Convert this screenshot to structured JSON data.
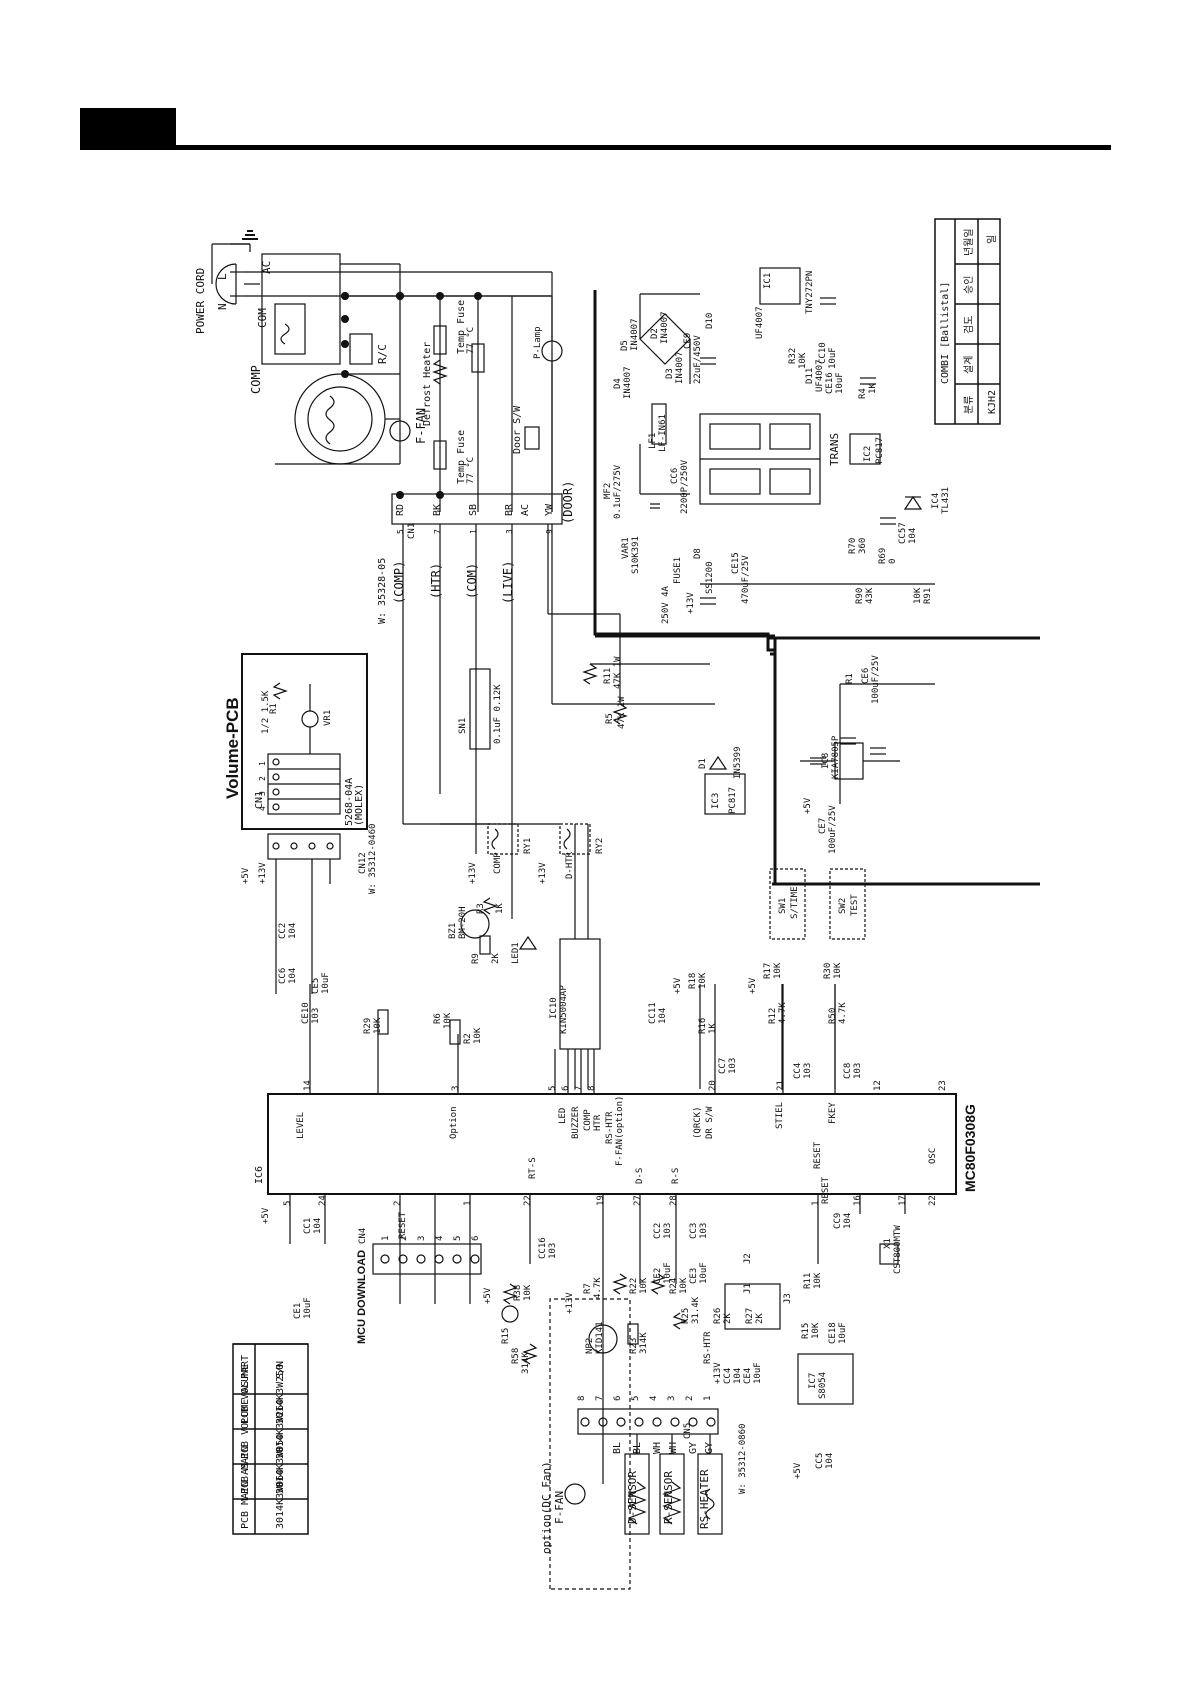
{
  "header": {
    "tab_label": ""
  },
  "power": {
    "cord": "POWER CORD",
    "ac": "AC",
    "l": "L",
    "n": "N",
    "com": "COM",
    "comp": "COMP",
    "rc": "R/C",
    "ffan": "F-FAN",
    "defrost": "Defrost Heater",
    "tfuse1": "Temp Fuse",
    "tfuse1_v": "77 °C",
    "tfuse2": "Temp Fuse",
    "tfuse2_v": "77 °C",
    "doorsw": "Door S/W",
    "plamp": "P-Lamp"
  },
  "cn1": {
    "part": "W: 35328-05",
    "name": "CN1",
    "pins": [
      {
        "tag": "RD",
        "func": "(COMP)",
        "num": "5"
      },
      {
        "tag": "BK",
        "func": "(HTR)",
        "num": "7"
      },
      {
        "tag": "SB",
        "func": "(COM)",
        "num": "1"
      },
      {
        "tag": "BR",
        "func": "(LIVE)",
        "num": "3"
      },
      {
        "tag": "AC",
        "func": "",
        "num": ""
      },
      {
        "tag": "YW",
        "func": "(DOOR)",
        "num": "9"
      }
    ]
  },
  "volume_pcb": {
    "title": "Volume-PCB",
    "cn": "CN1",
    "cn_part": "5268-04A",
    "cn_brand": "(MOLEX)",
    "vr": "VR1",
    "r1": "R1",
    "r1_val": "1/2 1.5K",
    "pins": [
      "4",
      "3",
      "2",
      "1"
    ]
  },
  "cn12": {
    "name": "CN12",
    "part": "W: 35312-0460"
  },
  "supply": {
    "d4": "D4",
    "d4v": "IN4007",
    "d5": "D5",
    "d5v": "IN4007",
    "d2": "D2",
    "d2v": "IN4007",
    "d3": "D3",
    "d3v": "IN4007",
    "ce9": "CE9",
    "ce9v": "22uF/450V",
    "lf1": "LF1",
    "lf1v": "LF-IN61",
    "mf2": "MF2",
    "mf2v": "0.1uF/275V",
    "vr1": "VAR1",
    "vr1v": "S10K391",
    "fuse": "250V 4A",
    "fuse1": "FUSE1",
    "cc6": "CC6",
    "cc6v": "2200P/250V",
    "d8": "D8",
    "d8v": "SS1200",
    "ce15": "CE15",
    "ce15v": "470uF/25V",
    "trans": "TRANS",
    "ic1": "IC1",
    "ic1v": "TNY272PN",
    "ic2": "IC2",
    "ic2v": "PC817",
    "ic4": "IC4",
    "ic4v": "TL431",
    "r4": "R4",
    "r4v": "1K",
    "r32": "R32",
    "r32v": "10K",
    "r70": "R70",
    "r70v": "360",
    "r69": "R69",
    "r69v": "0",
    "r90": "R90",
    "r90v": "43K",
    "r91": "R91",
    "r91v": "10K",
    "cc57": "CC57",
    "cc57v": "104",
    "d11": "D11",
    "d11v": "UF4007",
    "d10": "D10",
    "d10v": "UF4007",
    "ce16": "CE16",
    "ce16v": "10uF",
    "cc10": "CC10",
    "cc10v": "10uF",
    "r1": "R1",
    "ce6": "CE6",
    "ce6v": "100uF/25V",
    "ic8": "IC8",
    "ic8v": "KIA7805P",
    "ce7": "CE7",
    "ce7v": "100uF/25V",
    "p13": "+13V",
    "p5": "+5V"
  },
  "mid": {
    "r11": "R11",
    "r11v": "47K 1W",
    "r5": "R5",
    "r5v": "47K 1W",
    "sn1": "SN1",
    "sn1v": "0.1uF 0.12K",
    "d1": "D1",
    "d1v": "IN5399",
    "ic3": "IC3",
    "ic3v": "PC817",
    "ry1": "RY1",
    "ry1l": "COMP",
    "ry2": "RY2",
    "ry2l": "D-HTR",
    "bz1": "BZ1",
    "bz1v": "BM-20H",
    "r3": "R3",
    "r3v": "1K",
    "r9": "R9",
    "r9v": "2K",
    "led1": "LED1",
    "ic10": "IC10",
    "ic10v": "KIN5004AP",
    "cc11": "CC11",
    "cc11v": "104",
    "r6": "R6",
    "r6v": "10K",
    "r2": "R2",
    "r2v": "10K",
    "r29": "R29",
    "r29v": "10K",
    "ce10": "CE10",
    "ce10v": "103",
    "ce5": "CE5",
    "ce5v": "10uF",
    "cc6b": "CC6",
    "cc6bv": "104",
    "cc2": "CC2",
    "cc2v": "104",
    "r18": "R18",
    "r18v": "10K",
    "r16": "R16",
    "r16v": "1K",
    "cc7": "CC7",
    "cc7v": "103",
    "r17": "R17",
    "r17v": "10K",
    "r12": "R12",
    "r12v": "4.7K",
    "cc4": "CC4",
    "cc4v": "103",
    "r30": "R30",
    "r30v": "10K",
    "r50": "R50",
    "r50v": "4.7K",
    "cc8": "CC8",
    "cc8v": "103",
    "sw1": "SW1",
    "sw1l": "S/TIME",
    "sw2": "SW2",
    "sw2l": "TEST",
    "p13": "+13V",
    "p5": "+5V"
  },
  "mcu": {
    "name": "MC80F0308G",
    "ic": "IC6",
    "sig_top": [
      "LEVEL",
      "Option",
      "LED",
      "BUZZER",
      "COMP",
      "HTR",
      "RS-HTR",
      "F-FAN(option)",
      "(QRCK)",
      "DR S/W",
      "STIEL",
      "FKEY"
    ],
    "sig_bot": [
      "RT-S",
      "D-S",
      "R-S",
      "RESET",
      "OSC"
    ],
    "pins_top": [
      "14",
      "3",
      "5",
      "6",
      "7",
      "8",
      "20",
      "21",
      "12",
      "23"
    ],
    "pins_bot": [
      "5",
      "24",
      "2",
      "1",
      "22",
      "19",
      "27",
      "28",
      "1",
      "16",
      "17",
      "22"
    ]
  },
  "bottom": {
    "mcu_download": "MCU DOWNLOAD",
    "cn4": "CN4",
    "cn4_pins": [
      "1",
      "2",
      "3",
      "4",
      "5",
      "6"
    ],
    "reset": "RESET",
    "ce1": "CE1",
    "ce1v": "10uF",
    "cc1": "CC1",
    "cc1v": "104",
    "r38": "R38",
    "r38v": "10K",
    "r58": "R58",
    "r58v": "314K",
    "r15": "R15",
    "cc16": "CC16",
    "cc16v": "103",
    "r7": "R7",
    "r7v": "4.7K",
    "np2": "NP2",
    "np2v": "KID141",
    "r22": "R22",
    "r22v": "10K",
    "r23": "R23",
    "r23v": "314K",
    "ce2": "CE2",
    "ce2v": "10uF",
    "cc2b": "CC2",
    "cc2bv": "103",
    "r24": "R24",
    "r24v": "10K",
    "r25": "R25",
    "r25v": "31.4K",
    "ce3": "CE3",
    "ce3v": "10uF",
    "cc3": "CC3",
    "cc3v": "103",
    "r26": "R26",
    "r26v": "2K",
    "r27": "R27",
    "r27v": "2K",
    "j1": "J1",
    "j2": "J2",
    "j3": "J3",
    "r11b": "R11",
    "r11bv": "10K",
    "r15b": "R15",
    "r15bv": "10K",
    "ce18": "CE18",
    "ce18v": "10uF",
    "ic7": "IC7",
    "ic7v": "S8054",
    "cc5": "CC5",
    "cc5v": "104",
    "cc9": "CC9",
    "cc9v": "104",
    "x1": "X1",
    "x1v": "CST800MTW",
    "cn5": "CN5",
    "cn5_part": "W: 35312-0860",
    "cn5_pins": [
      "8",
      "7",
      "6",
      "5",
      "4",
      "3",
      "2",
      "1"
    ],
    "dcfan": "option(DC Fan)",
    "ffan": "F-FAN",
    "dsensor": "D-SENSOR",
    "rsensor": "R-SENSOR",
    "rsheater": "RS-HEATER",
    "rshtr": "RS-HTR",
    "cc4b": "CC4",
    "cc4bv": "104",
    "ce4": "CE4",
    "ce4v": "10uF",
    "wire": [
      "BL",
      "BL",
      "WH",
      "WH",
      "GY",
      "GY"
    ],
    "p13": "+13V",
    "p5": "+5V"
  },
  "part_table": {
    "headers": [
      "PART",
      "S/N"
    ],
    "rows": [
      [
        "PCB VOLUME",
        "3014K3W250"
      ],
      [
        "PCB VOLUME AS",
        "3014K3W260"
      ],
      [
        "PCB MAIN",
        "3014K3W050"
      ],
      [
        "PCB MAIN AS",
        "3014K3W060"
      ]
    ]
  },
  "title_block": {
    "model": "COMBI [Ballistal]",
    "name": "KJH2",
    "labels": [
      "분류",
      "설계",
      "검도",
      "승인",
      "년월일",
      "일"
    ]
  }
}
